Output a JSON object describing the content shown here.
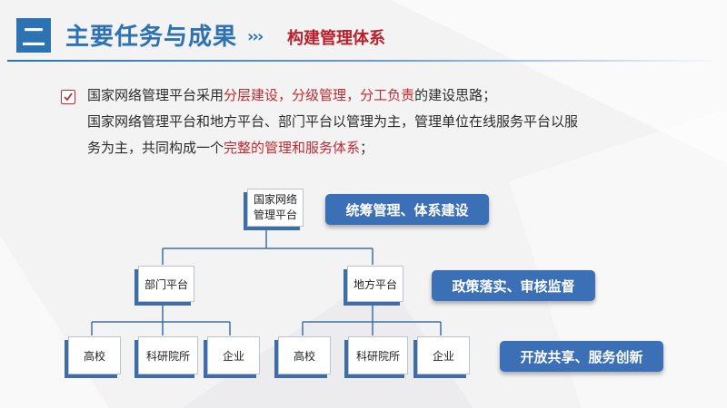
{
  "header": {
    "number": "二",
    "title": "主要任务与成果",
    "arrows": "›››",
    "subtitle": "构建管理体系"
  },
  "content": {
    "line1": {
      "prefix": "国家网络管理平台采用",
      "h1": "分层建设",
      "sep1": "，",
      "h2": "分级管理",
      "sep2": "，",
      "h3": "分工负责",
      "suffix": "的建设思路；"
    },
    "line2": "国家网络管理平台和地方平台、部门平台以管理为主，管理单位在线服务平台以服",
    "line3": {
      "prefix": "务为主，共同构成一个",
      "highlight": "完整的管理和服务体系",
      "suffix": "；"
    }
  },
  "org_chart": {
    "root": {
      "line1": "国家网络",
      "line2": "管理平台"
    },
    "level2": [
      "部门平台",
      "地方平台"
    ],
    "level3": [
      "高校",
      "科研院所",
      "企业",
      "高校",
      "科研院所",
      "企业"
    ]
  },
  "tags": [
    "统筹管理、体系建设",
    "政策落实、审核监督",
    "开放共享、服务创新"
  ],
  "colors": {
    "primary": "#2d72b3",
    "accent": "#c02a31",
    "tag_bg": "#3b6fb6"
  }
}
